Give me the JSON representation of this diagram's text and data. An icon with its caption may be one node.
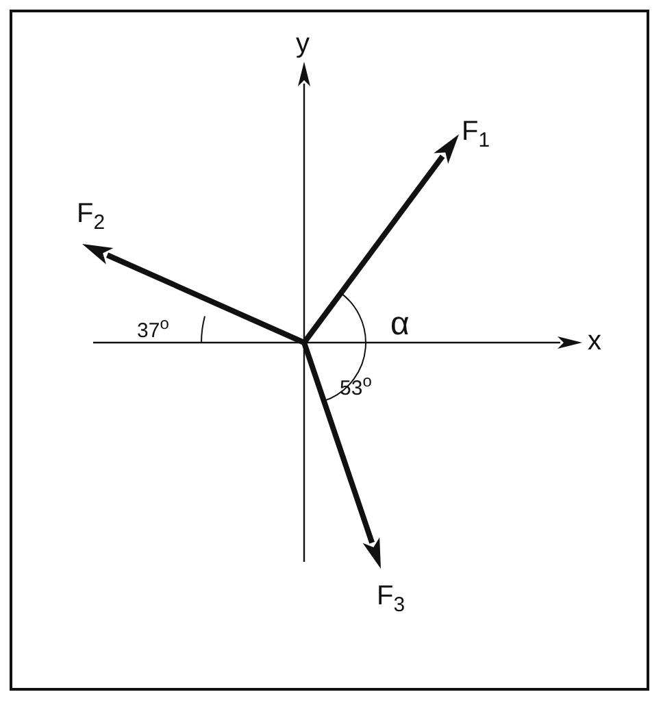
{
  "diagram": {
    "labels": [
      "y",
      "F$_{1}$",
      "F$_{2}$",
      "37$^{o}$",
      "α",
      "x",
      "53$^{o}$",
      "F$_{3}$"
    ]
  }
}
